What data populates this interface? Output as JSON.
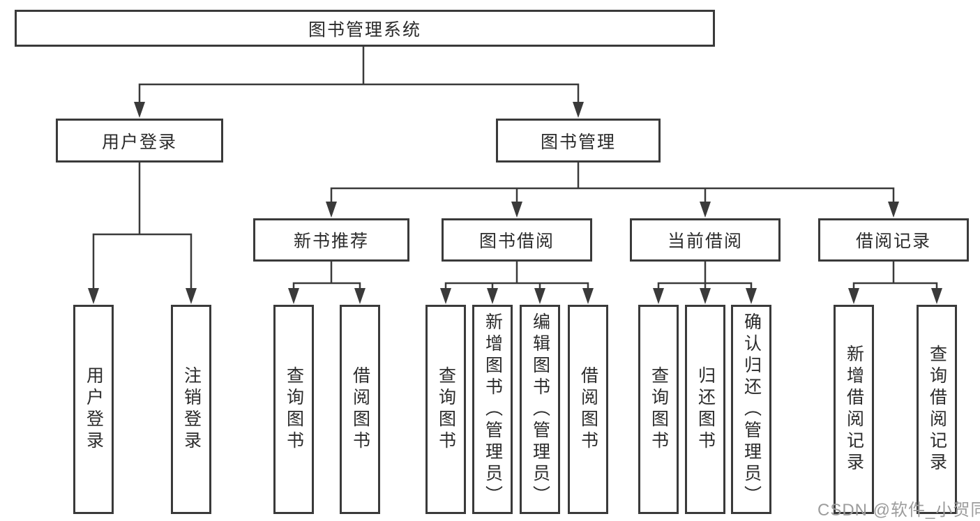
{
  "tree": {
    "label": "图书管理系统",
    "children": [
      {
        "label": "用户登录",
        "children": [
          {
            "label": "用户登录"
          },
          {
            "label": "注销登录"
          }
        ]
      },
      {
        "label": "图书管理",
        "children": [
          {
            "label": "新书推荐",
            "children": [
              {
                "label": "查询图书"
              },
              {
                "label": "借阅图书"
              }
            ]
          },
          {
            "label": "图书借阅",
            "children": [
              {
                "label": "查询图书"
              },
              {
                "label": "新增图书（管理员）"
              },
              {
                "label": "编辑图书（管理员）"
              },
              {
                "label": "借阅图书"
              }
            ]
          },
          {
            "label": "当前借阅",
            "children": [
              {
                "label": "查询图书"
              },
              {
                "label": "归还图书"
              },
              {
                "label": "确认归还（管理员）"
              }
            ]
          },
          {
            "label": "借阅记录",
            "children": [
              {
                "label": "新增借阅记录"
              },
              {
                "label": "查询借阅记录"
              }
            ]
          }
        ]
      }
    ]
  },
  "watermark": {
    "text": "CSDN @软件_小贺同学"
  },
  "colors": {
    "line": "#3a3a3a",
    "box_border": "#3a3a3a",
    "text": "#2b2b2b",
    "background": "#ffffff",
    "watermark": "#9c9c9c"
  }
}
